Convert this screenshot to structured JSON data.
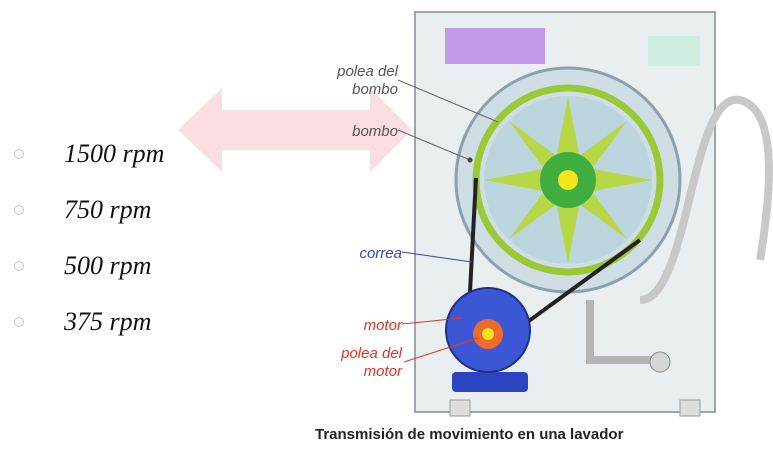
{
  "options": [
    {
      "label": "1500 rpm"
    },
    {
      "label": "750 rpm"
    },
    {
      "label": "500 rpm"
    },
    {
      "label": "375 rpm"
    }
  ],
  "diagram": {
    "labels": {
      "drum_pulley_line1": "polea del",
      "drum_pulley_line2": "bombo",
      "drum": "bombo",
      "belt": "correa",
      "motor": "motor",
      "motor_pulley_line1": "polea del",
      "motor_pulley_line2": "motor"
    },
    "caption": "Transmisión de movimiento en una lavador",
    "colors": {
      "drum_label": "#555555",
      "belt_label": "#3344cc",
      "motor_label": "#e53322"
    }
  }
}
